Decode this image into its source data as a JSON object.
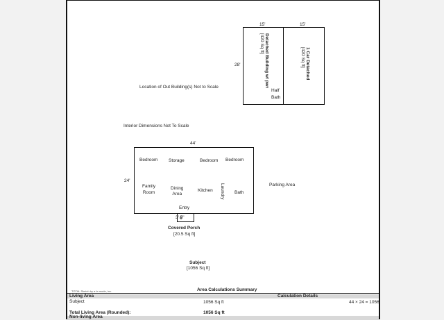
{
  "outbuildings": {
    "detached": {
      "name": "Detached Building w/ pwr",
      "area": "[420 Sq ft]",
      "width": "15'",
      "depth": "28'"
    },
    "garage": {
      "name": "1 Car Detached",
      "area": "[420 Sq ft]",
      "width": "15'"
    },
    "half_bath": [
      "Half",
      "Bath"
    ],
    "note": "Location of Out Building(s) Not to Scale"
  },
  "interior_note": "Interior Dimensions Not To Scale",
  "house": {
    "width": "44'",
    "depth": "24'",
    "rooms": {
      "bedroom1": "Bedroom",
      "storage": "Storage",
      "bedroom2": "Bedroom",
      "bedroom3": "Bedroom",
      "family": [
        "Family",
        "Room"
      ],
      "dining": [
        "Dining",
        "Area"
      ],
      "kitchen": "Kitchen",
      "laundry": "Laundry",
      "bath": "Bath",
      "entry": "Entry"
    }
  },
  "parking": "Parking Area",
  "porch": {
    "depth": "3' 5\"",
    "width": "6'",
    "name": "Covered Porch",
    "area": "[20.5 Sq ft]"
  },
  "subject": {
    "name": "Subject",
    "area": "[1056 Sq ft]"
  },
  "credit": "TOTAL Sketch by a la mode, inc.",
  "summary": {
    "title": "Area Calculations Summary",
    "living_area_header": "Living Area",
    "calc_header": "Calculation Details",
    "row_label": "Subject",
    "row_value": "1056 Sq ft",
    "row_calc": "44 × 24 = 1056",
    "total_label": "Total Living Area (Rounded):",
    "total_value": "1056 Sq ft",
    "nonliving_header": "Non-living Area"
  }
}
